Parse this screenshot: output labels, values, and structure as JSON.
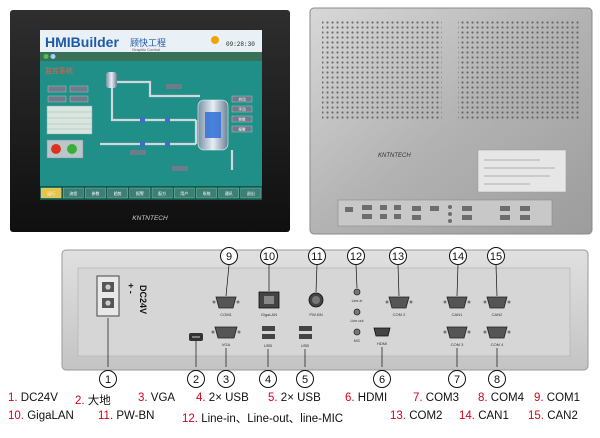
{
  "front_panel": {
    "hmi_title": "HMIBuilder",
    "hmi_chinese_title": "顾快工程",
    "hmi_subtitle": "Graphic Control",
    "hmi_time": "09:28:30",
    "hmi_section_label": "监控系统",
    "hmi_buttons_right": [
      "自动",
      "手动",
      "参数",
      "报警"
    ],
    "hmi_bottom_tabs": [
      "运行",
      "流程",
      "参数",
      "趋势",
      "报警",
      "配方",
      "用户",
      "系统",
      "通讯",
      "退出"
    ],
    "brand": "KNTNTECH"
  },
  "rear_panel": {
    "brand": "KNTNTECH"
  },
  "connector_labels": {
    "com1": "COM1",
    "gigalan": "GigaLAN",
    "pwbn": "PW-BN",
    "linein": "Line-in",
    "lineout": "Line-out",
    "mic": "MIC",
    "com2": "COM 2",
    "can1": "CAN1",
    "can2": "CAN2",
    "vga": "VGA",
    "usb1": "USB",
    "usb2": "USB",
    "hdmi": "HDMI",
    "com3": "COM 3",
    "com4": "COM 4",
    "dc_voltage": "DC24V",
    "dc_polarity": "+ -"
  },
  "callout_numbers": [
    "1",
    "2",
    "3",
    "4",
    "5",
    "6",
    "7",
    "8",
    "9",
    "10",
    "11",
    "12",
    "13",
    "14",
    "15"
  ],
  "legend": [
    {
      "num": "1.",
      "text": "DC24V"
    },
    {
      "num": "2.",
      "text": "大地"
    },
    {
      "num": "3.",
      "text": "VGA"
    },
    {
      "num": "4.",
      "text": "2× USB"
    },
    {
      "num": "5.",
      "text": "2× USB"
    },
    {
      "num": "6.",
      "text": "HDMI"
    },
    {
      "num": "7.",
      "text": "COM3"
    },
    {
      "num": "8.",
      "text": "COM4"
    },
    {
      "num": "9.",
      "text": "COM1"
    },
    {
      "num": "10.",
      "text": "GigaLAN"
    },
    {
      "num": "11.",
      "text": "PW-BN"
    },
    {
      "num": "12.",
      "text": "Line-in、Line-out、line-MIC"
    },
    {
      "num": "13.",
      "text": "COM2"
    },
    {
      "num": "14.",
      "text": "CAN1"
    },
    {
      "num": "15.",
      "text": "CAN2"
    }
  ],
  "colors": {
    "bezel": "#1c1c1c",
    "screen_bg": "#1f8f88",
    "metal": "#b8b8b8",
    "panel_gray": "#d3d3d3",
    "callout": "#111111",
    "legend_num": "#d6001c"
  }
}
